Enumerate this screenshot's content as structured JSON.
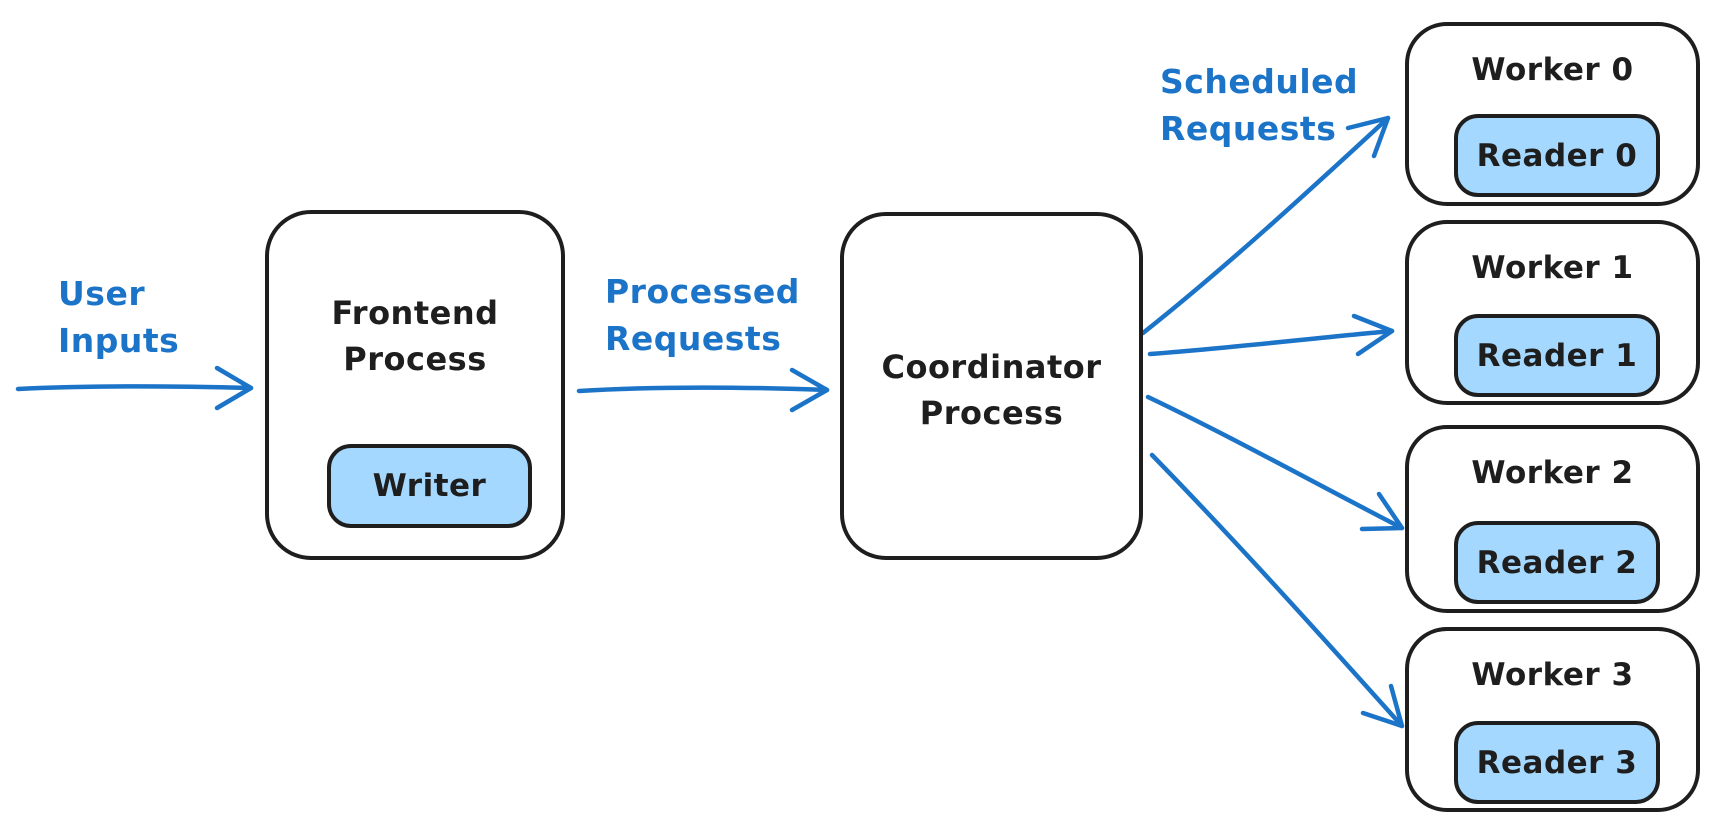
{
  "diagram": {
    "style": "hand-drawn flowchart",
    "colors": {
      "background": "#ffffff",
      "stroke": "#1e1e1e",
      "accent_blue": "#1b74c8",
      "chip_fill": "#a5d8ff"
    },
    "labels": {
      "user_inputs": {
        "lines": [
          "User",
          "Inputs"
        ]
      },
      "processed_requests": {
        "lines": [
          "Processed",
          "Requests"
        ]
      },
      "scheduled_requests": {
        "lines": [
          "Scheduled",
          "Requests"
        ]
      }
    },
    "nodes": {
      "frontend": {
        "title_lines": [
          "Frontend",
          "Process"
        ],
        "child_label": "Writer"
      },
      "coordinator": {
        "title_lines": [
          "Coordinator",
          "Process"
        ]
      },
      "workers": [
        {
          "label": "Worker 0",
          "reader_label": "Reader 0"
        },
        {
          "label": "Worker 1",
          "reader_label": "Reader 1"
        },
        {
          "label": "Worker 2",
          "reader_label": "Reader 2"
        },
        {
          "label": "Worker 3",
          "reader_label": "Reader 3"
        }
      ]
    },
    "edges": [
      {
        "from": "external",
        "to": "Frontend Process",
        "label": "User Inputs"
      },
      {
        "from": "Frontend Process",
        "to": "Coordinator Process",
        "label": "Processed Requests"
      },
      {
        "from": "Coordinator Process",
        "to": "Worker 0",
        "label": "Scheduled Requests"
      },
      {
        "from": "Coordinator Process",
        "to": "Worker 1",
        "label": "Scheduled Requests"
      },
      {
        "from": "Coordinator Process",
        "to": "Worker 2",
        "label": "Scheduled Requests"
      },
      {
        "from": "Coordinator Process",
        "to": "Worker 3",
        "label": "Scheduled Requests"
      }
    ]
  }
}
